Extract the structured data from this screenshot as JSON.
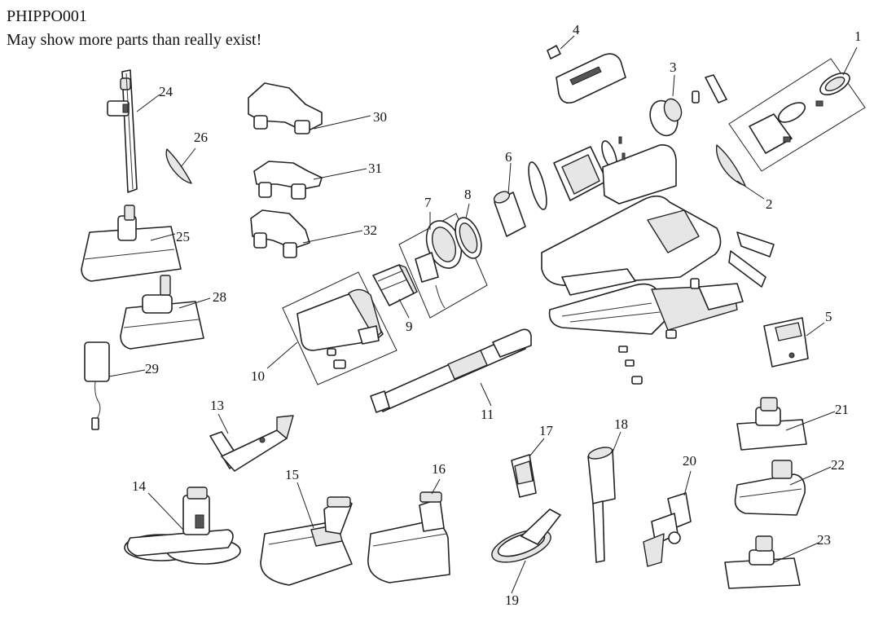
{
  "header": {
    "model": "PHIPPO001",
    "note": "May show more parts than really exist!"
  },
  "callouts": [
    {
      "id": "1",
      "text": "1"
    },
    {
      "id": "2",
      "text": "2"
    },
    {
      "id": "3",
      "text": "3"
    },
    {
      "id": "4",
      "text": "4"
    },
    {
      "id": "5",
      "text": "5"
    },
    {
      "id": "6",
      "text": "6"
    },
    {
      "id": "7",
      "text": "7"
    },
    {
      "id": "8",
      "text": "8"
    },
    {
      "id": "9",
      "text": "9"
    },
    {
      "id": "10",
      "text": "10"
    },
    {
      "id": "11",
      "text": "11"
    },
    {
      "id": "13",
      "text": "13"
    },
    {
      "id": "14",
      "text": "14"
    },
    {
      "id": "15",
      "text": "15"
    },
    {
      "id": "16",
      "text": "16"
    },
    {
      "id": "17",
      "text": "17"
    },
    {
      "id": "18",
      "text": "18"
    },
    {
      "id": "19",
      "text": "19"
    },
    {
      "id": "20",
      "text": "20"
    },
    {
      "id": "21",
      "text": "21"
    },
    {
      "id": "22",
      "text": "22"
    },
    {
      "id": "23",
      "text": "23"
    },
    {
      "id": "24",
      "text": "24"
    },
    {
      "id": "25",
      "text": "25"
    },
    {
      "id": "26",
      "text": "26"
    },
    {
      "id": "28",
      "text": "28"
    },
    {
      "id": "29",
      "text": "29"
    },
    {
      "id": "30",
      "text": "30"
    },
    {
      "id": "31",
      "text": "31"
    },
    {
      "id": "32",
      "text": "32"
    }
  ]
}
